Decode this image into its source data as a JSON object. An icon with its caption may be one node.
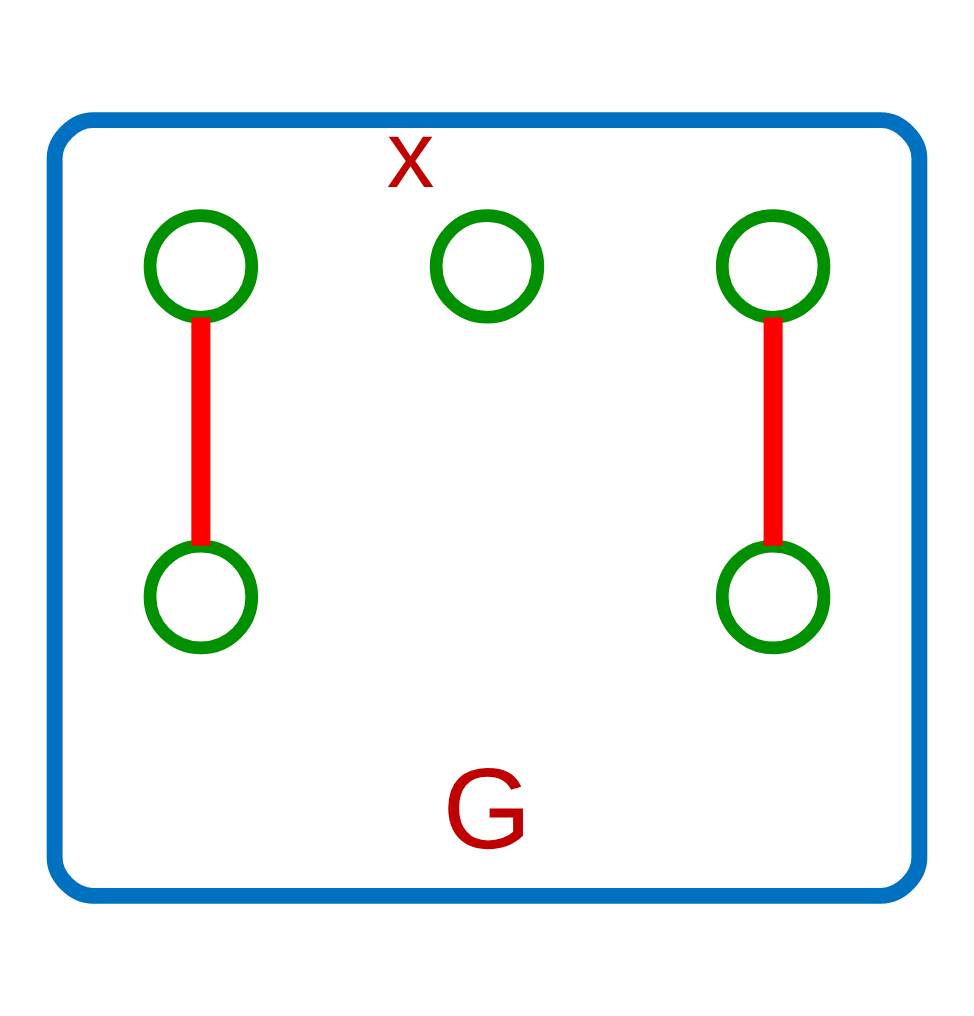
{
  "diagram": {
    "nodes": [
      {
        "text": [
          "G"
        ]
      },
      {
        "text": [],
        "shape": "circle",
        "in": 0
      },
      {
        "text": [],
        "shape": "circle",
        "in": 0,
        "beside": [
          "x"
        ]
      },
      {
        "text": [],
        "shape": "circle",
        "in": 0
      },
      {
        "text": [],
        "shape": "circle",
        "in": 0
      },
      {
        "text": [],
        "shape": "circle",
        "in": 0
      }
    ],
    "edges": [
      {
        "from": 1,
        "to": 3,
        "arrow": "none"
      },
      {
        "from": 4,
        "to": 5,
        "arrow": "none"
      }
    ]
  }
}
